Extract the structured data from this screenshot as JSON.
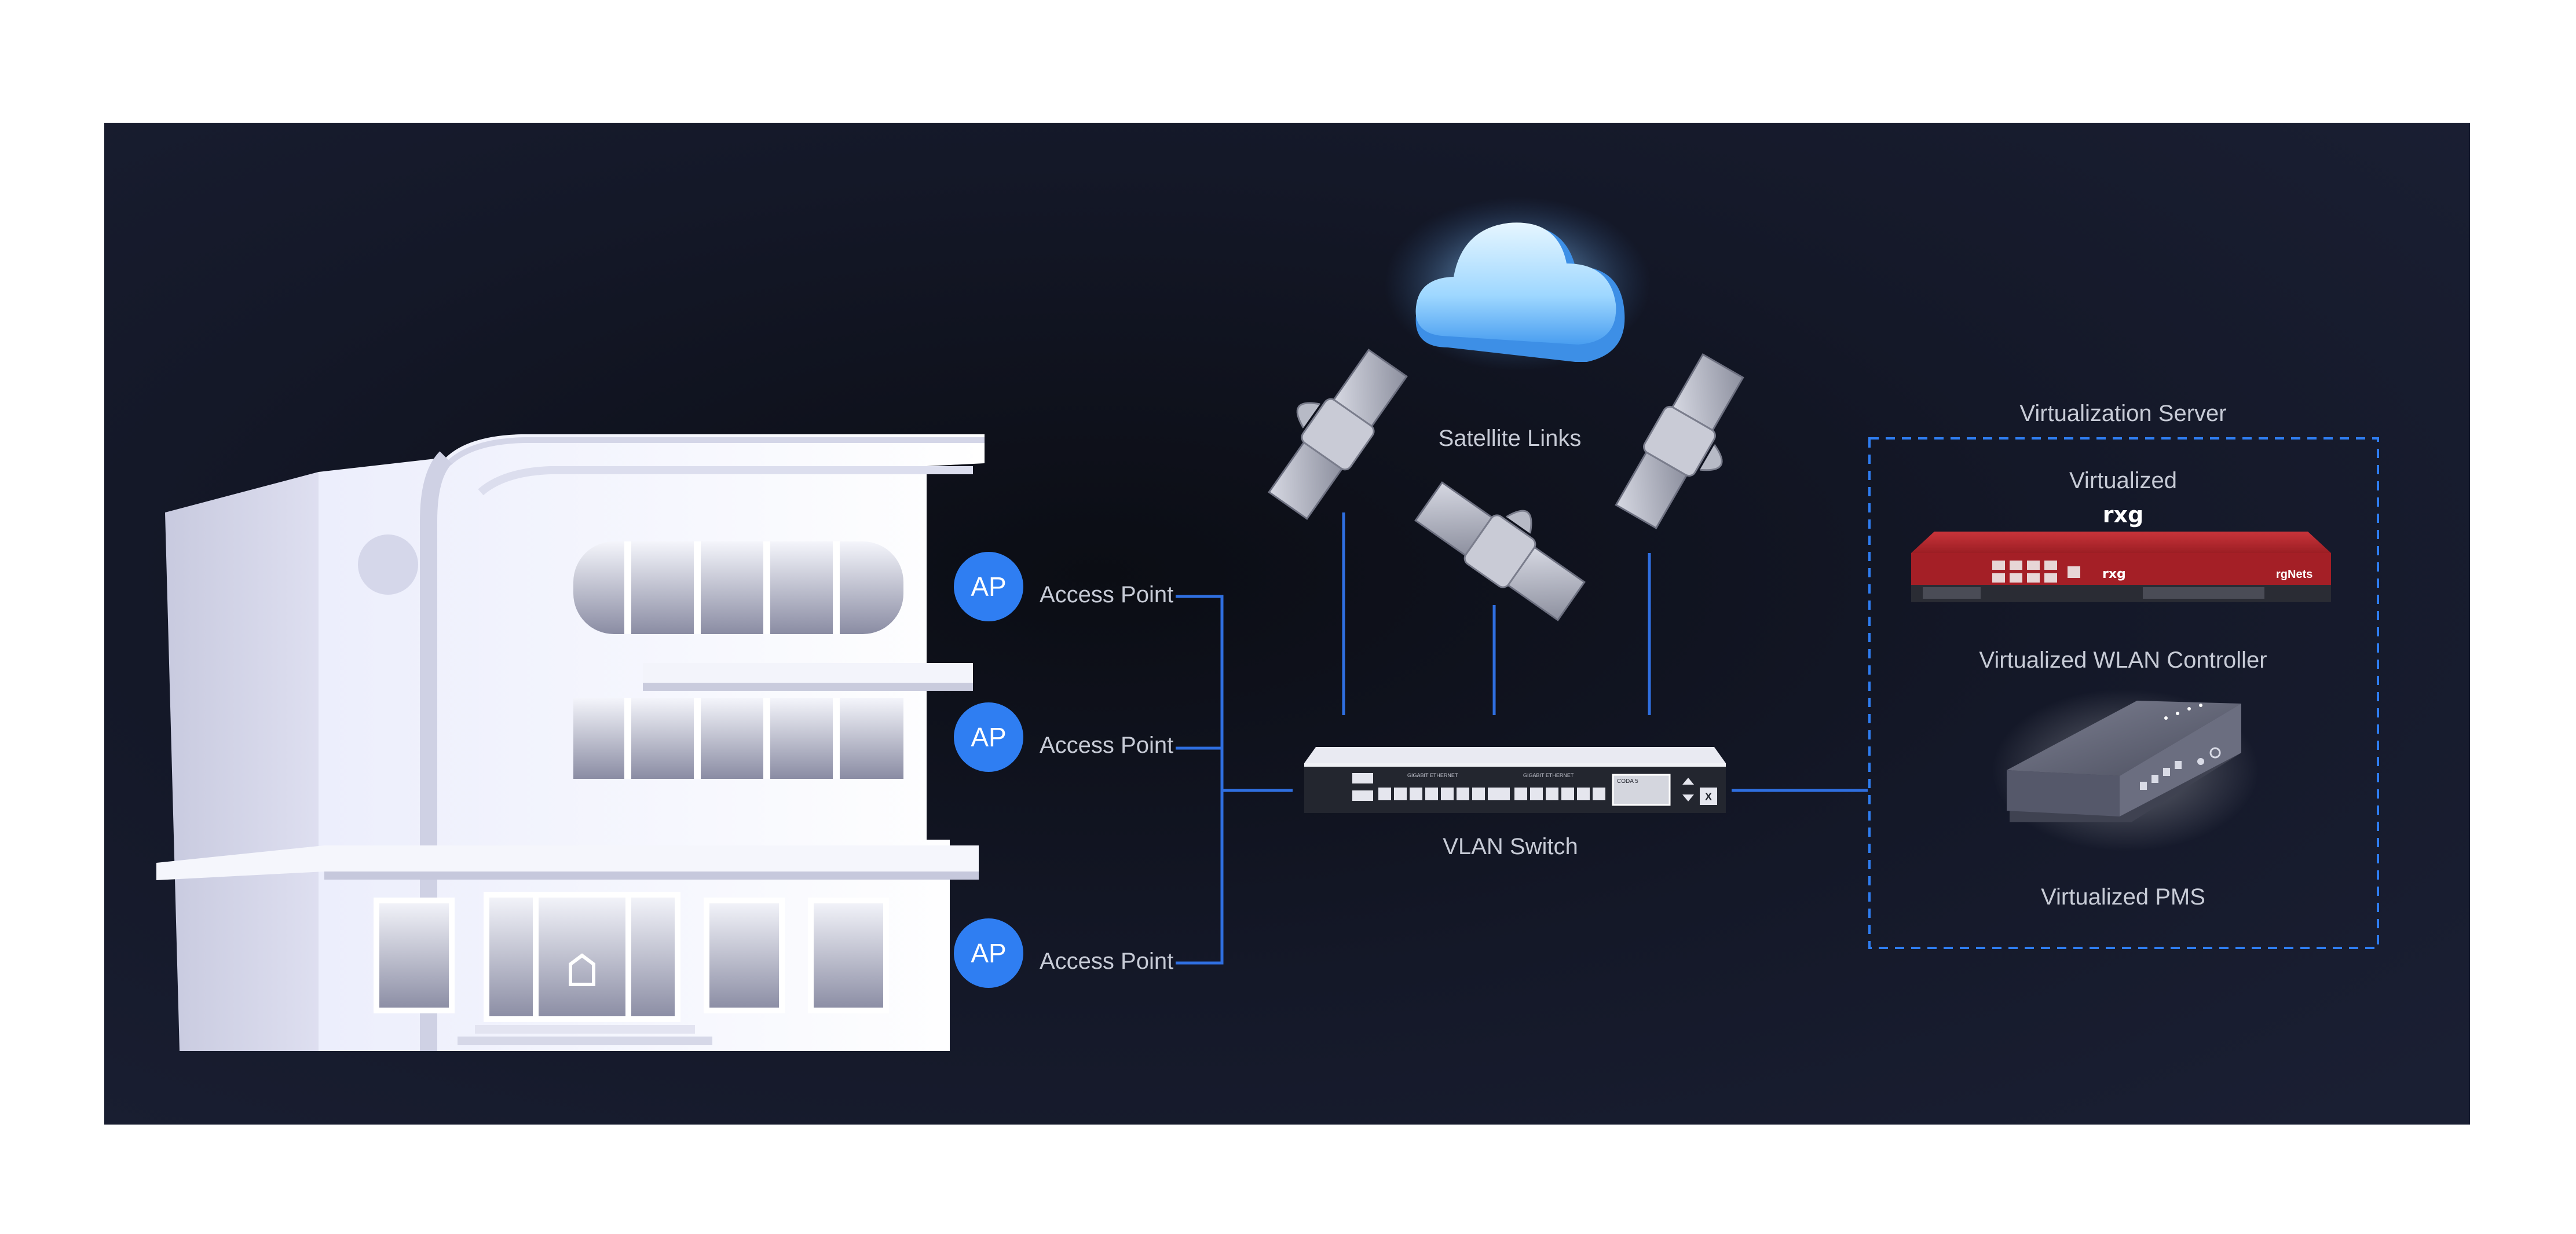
{
  "colors": {
    "panel": "#11131f",
    "line": "#2f6fe0",
    "ap_badge": "#2f7ef2",
    "label": "#c7cbd6",
    "rxg_red": "#b8262d",
    "cloud": "#5aa9ef"
  },
  "access_points": [
    {
      "badge": "AP",
      "label": "Access Point"
    },
    {
      "badge": "AP",
      "label": "Access Point"
    },
    {
      "badge": "AP",
      "label": "Access Point"
    }
  ],
  "satellite_links": {
    "label": "Satellite Links",
    "icon": "satellite-icon"
  },
  "cloud": {
    "icon": "cloud-icon"
  },
  "switch": {
    "label": "VLAN Switch",
    "header_left": "GIGABIT ETHERNET",
    "header_right": "GIGABIT ETHERNET",
    "screen": "CODA 5",
    "brand": "X"
  },
  "server": {
    "title": "Virtualization Server",
    "top_caption": "Virtualized",
    "logo": "rxg",
    "appliance_brand": "rgNets",
    "controller_label": "Virtualized WLAN Controller",
    "pms_label": "Virtualized PMS"
  },
  "building": {
    "icon": "hotel-building-icon"
  }
}
